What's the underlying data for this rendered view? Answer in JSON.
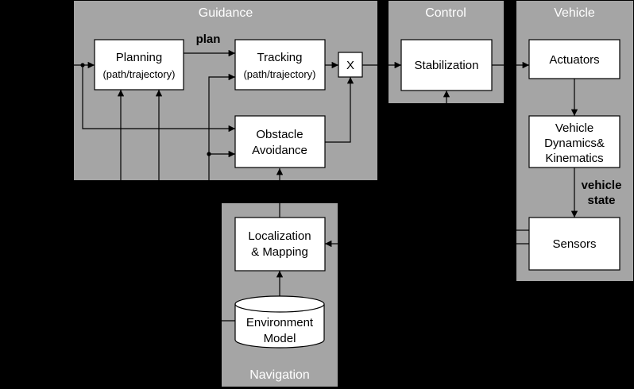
{
  "groups": {
    "guidance": "Guidance",
    "control": "Control",
    "vehicle": "Vehicle",
    "navigation": "Navigation"
  },
  "blocks": {
    "planning": {
      "title": "Planning",
      "subtitle": "(path/trajectory)"
    },
    "tracking": {
      "title": "Tracking",
      "subtitle": "(path/trajectory)"
    },
    "multiplier": "X",
    "obstacle_avoidance": [
      "Obstacle",
      "Avoidance"
    ],
    "stabilization": "Stabilization",
    "actuators": "Actuators",
    "vehicle_dynamics": [
      "Vehicle",
      "Dynamics&",
      "Kinematics"
    ],
    "sensors": "Sensors",
    "localization": [
      "Localization",
      "& Mapping"
    ],
    "environment_model": [
      "Environment",
      "Model"
    ]
  },
  "edge_labels": {
    "plan": "plan",
    "vehicle_state": [
      "vehicle",
      "state"
    ]
  },
  "colors": {
    "background": "#000000",
    "group_fill": "#a5a5a5",
    "group_title": "#ffffff",
    "block_fill": "#ffffff",
    "line": "#000000"
  }
}
